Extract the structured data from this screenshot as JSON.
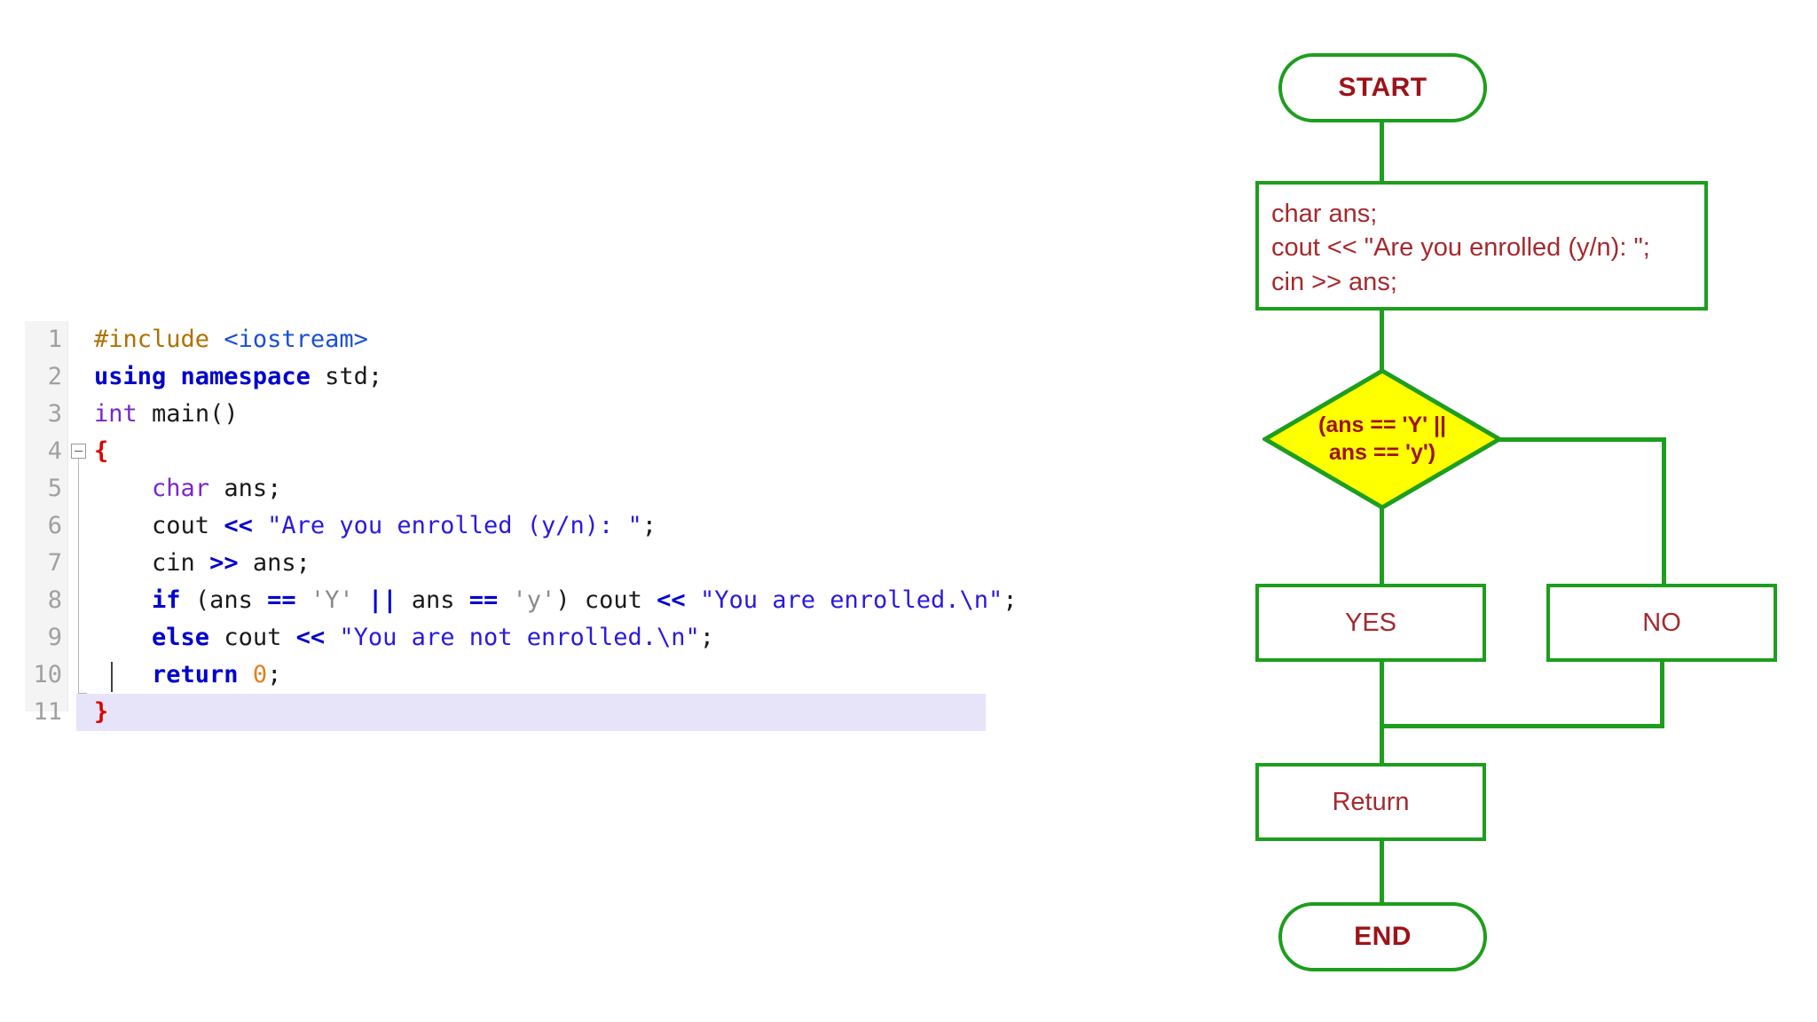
{
  "editor": {
    "name": "cpp-code-editor",
    "language": "C++",
    "highlighted_line": 11,
    "lines": [
      {
        "no": "1",
        "text": "#include <iostream>"
      },
      {
        "no": "2",
        "text": "using namespace std;"
      },
      {
        "no": "3",
        "text": "int main()"
      },
      {
        "no": "4",
        "text": "{"
      },
      {
        "no": "5",
        "text": "    char ans;"
      },
      {
        "no": "6",
        "text": "    cout << \"Are you enrolled (y/n): \";"
      },
      {
        "no": "7",
        "text": "    cin >> ans;"
      },
      {
        "no": "8",
        "text": "    if (ans == 'Y' || ans == 'y') cout << \"You are enrolled.\\n\";"
      },
      {
        "no": "9",
        "text": "    else cout << \"You are not enrolled.\\n\";"
      },
      {
        "no": "10",
        "text": "    return 0;"
      },
      {
        "no": "11",
        "text": "}"
      }
    ]
  },
  "flowchart": {
    "name": "enrollment-decision-flowchart",
    "colors": {
      "border": "#1d9e1d",
      "text": "#9c1319",
      "decision_fill": "#ffff00",
      "node_fill": "#ffffff"
    },
    "nodes": {
      "start": {
        "label": "START",
        "shape": "terminator"
      },
      "process": {
        "shape": "process",
        "lines": [
          "char ans;",
          "cout << \"Are you enrolled (y/n): \";",
          "cin >> ans;"
        ]
      },
      "decision": {
        "shape": "decision",
        "line1": "(ans == 'Y' ||",
        "line2": "ans == 'y')"
      },
      "yes": {
        "label": "YES",
        "shape": "process"
      },
      "no": {
        "label": "NO",
        "shape": "process"
      },
      "ret": {
        "label": "Return",
        "shape": "process"
      },
      "end": {
        "label": "END",
        "shape": "terminator"
      }
    }
  }
}
